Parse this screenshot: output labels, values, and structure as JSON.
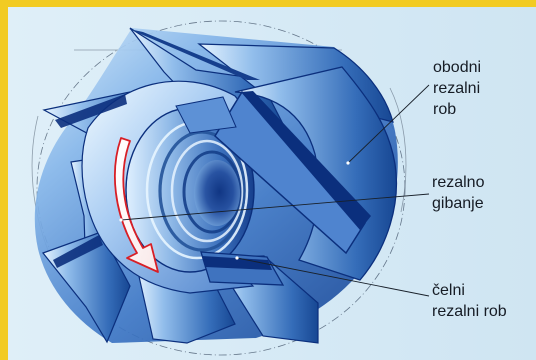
{
  "diagram": {
    "labels": [
      {
        "id": "obodni",
        "text": "obodni\nrezalni\nrob"
      },
      {
        "id": "rezalno",
        "text": "rezalno\ngibanje"
      },
      {
        "id": "celni",
        "text": "čelni\nrezalni rob"
      }
    ]
  },
  "colors": {
    "frame_yellow": "#f2cb22",
    "background": "#d8ebf6",
    "tool_blue": "#3f78c6",
    "tool_dark": "#0b2f7d",
    "tool_light": "#8db8ea",
    "rotation_arrow": "#d81f26"
  }
}
